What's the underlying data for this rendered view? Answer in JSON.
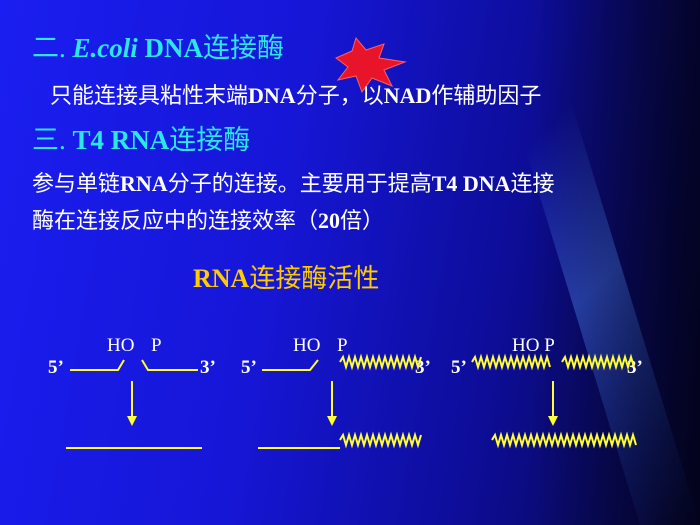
{
  "section2": {
    "prefix": "二.",
    "ecoli": "E.coli",
    "dna": "DNA",
    "enzyme": "连接酶"
  },
  "line1": {
    "a": "只能连接具粘性末端",
    "b": "DNA",
    "c": "分子，以",
    "d": "NAD",
    "e": "作辅助因子"
  },
  "section3": {
    "prefix": "三.",
    "t4": "T4",
    "rna": "RNA",
    "enzyme": "连接酶"
  },
  "line2": {
    "a": "参与单链",
    "b": "RNA",
    "c": "分子的连接。主要用于提高",
    "d": "T4 DNA",
    "e": "连接"
  },
  "line3": {
    "a": "酶在连接反应中的连接效率（",
    "b": "20",
    "c": "倍）"
  },
  "activity_title": {
    "a": "RNA",
    "b": "连接酶活性"
  },
  "diagram": {
    "panel1": {
      "ho": "HO",
      "p": "P",
      "five": "5’",
      "three": "3’"
    },
    "panel2": {
      "ho": "HO",
      "p": "P",
      "five": "5’",
      "three": "3’"
    },
    "panel3": {
      "ho": "HO P",
      "five": "5’",
      "three": "3’"
    }
  },
  "colors": {
    "heading": "#2de6e6",
    "body": "#ffffff",
    "accent": "#ffcc00",
    "burst": "#e8142a"
  }
}
